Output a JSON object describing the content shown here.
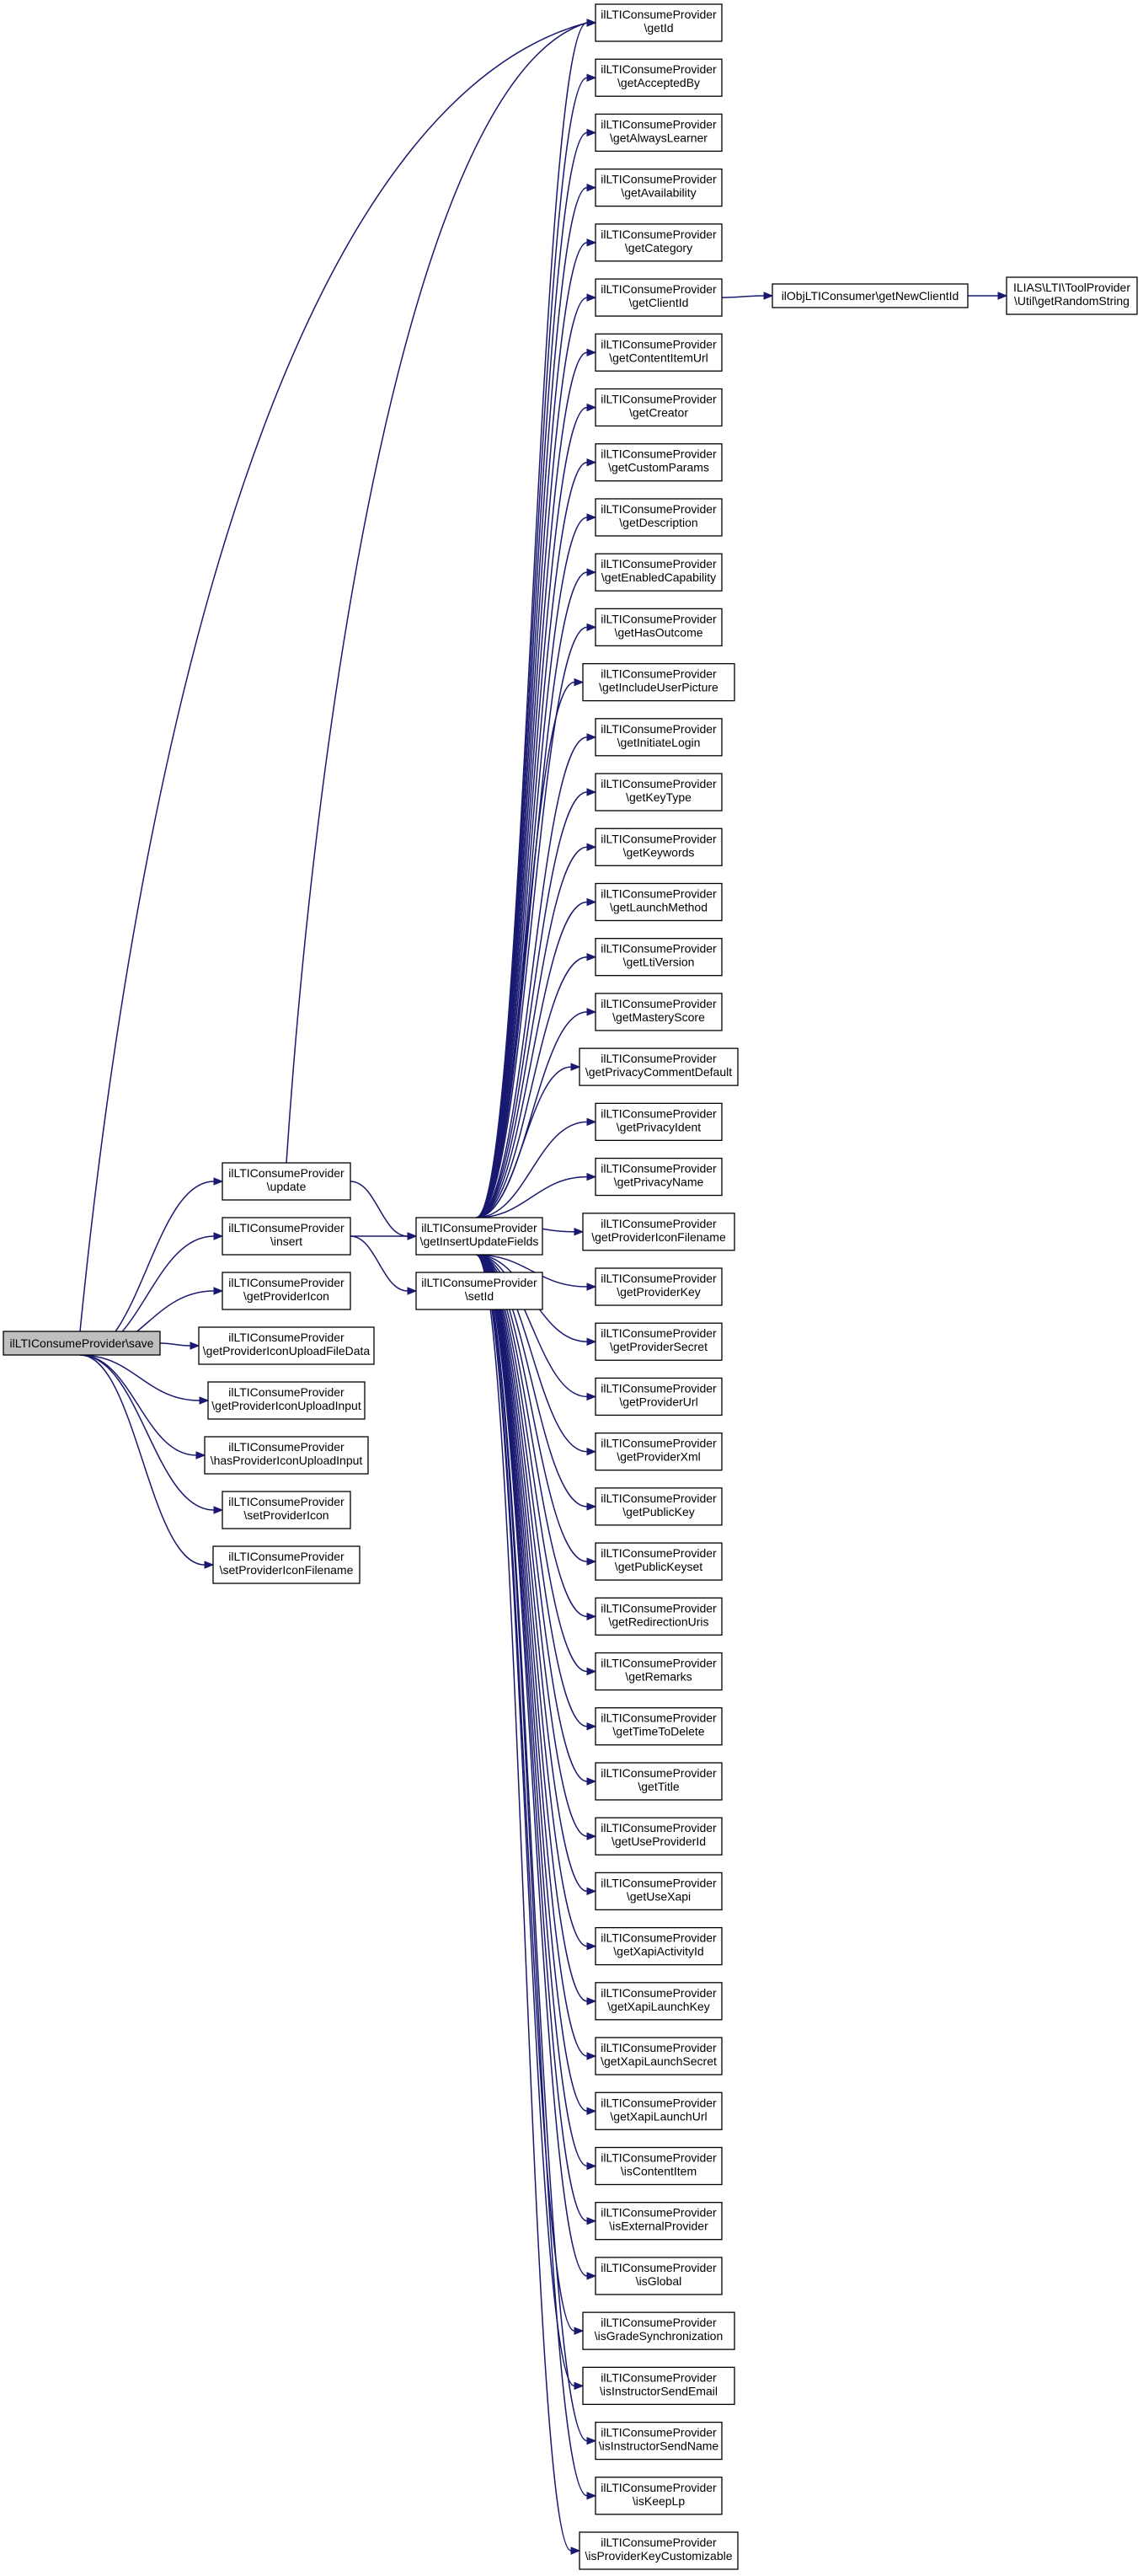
{
  "root": {
    "line1": "ilLTIConsumeProvider\\save"
  },
  "level1": [
    {
      "id": "update",
      "line1": "ilLTIConsumeProvider",
      "line2": "\\update"
    },
    {
      "id": "insert",
      "line1": "ilLTIConsumeProvider",
      "line2": "\\insert"
    },
    {
      "id": "getProviderIcon",
      "line1": "ilLTIConsumeProvider",
      "line2": "\\getProviderIcon"
    },
    {
      "id": "getProviderIconUploadFileData",
      "line1": "ilLTIConsumeProvider",
      "line2": "\\getProviderIconUploadFileData"
    },
    {
      "id": "getProviderIconUploadInput",
      "line1": "ilLTIConsumeProvider",
      "line2": "\\getProviderIconUploadInput"
    },
    {
      "id": "hasProviderIconUploadInput",
      "line1": "ilLTIConsumeProvider",
      "line2": "\\hasProviderIconUploadInput"
    },
    {
      "id": "setProviderIcon",
      "line1": "ilLTIConsumeProvider",
      "line2": "\\setProviderIcon"
    },
    {
      "id": "setProviderIconFilename",
      "line1": "ilLTIConsumeProvider",
      "line2": "\\setProviderIconFilename"
    }
  ],
  "level2": [
    {
      "id": "getInsertUpdateFields",
      "line1": "ilLTIConsumeProvider",
      "line2": "\\getInsertUpdateFields"
    },
    {
      "id": "setId",
      "line1": "ilLTIConsumeProvider",
      "line2": "\\setId"
    }
  ],
  "level3": [
    {
      "id": "getId",
      "line1": "ilLTIConsumeProvider",
      "line2": "\\getId"
    },
    {
      "id": "getAcceptedBy",
      "line1": "ilLTIConsumeProvider",
      "line2": "\\getAcceptedBy"
    },
    {
      "id": "getAlwaysLearner",
      "line1": "ilLTIConsumeProvider",
      "line2": "\\getAlwaysLearner"
    },
    {
      "id": "getAvailability",
      "line1": "ilLTIConsumeProvider",
      "line2": "\\getAvailability"
    },
    {
      "id": "getCategory",
      "line1": "ilLTIConsumeProvider",
      "line2": "\\getCategory"
    },
    {
      "id": "getClientId",
      "line1": "ilLTIConsumeProvider",
      "line2": "\\getClientId"
    },
    {
      "id": "getContentItemUrl",
      "line1": "ilLTIConsumeProvider",
      "line2": "\\getContentItemUrl"
    },
    {
      "id": "getCreator",
      "line1": "ilLTIConsumeProvider",
      "line2": "\\getCreator"
    },
    {
      "id": "getCustomParams",
      "line1": "ilLTIConsumeProvider",
      "line2": "\\getCustomParams"
    },
    {
      "id": "getDescription",
      "line1": "ilLTIConsumeProvider",
      "line2": "\\getDescription"
    },
    {
      "id": "getEnabledCapability",
      "line1": "ilLTIConsumeProvider",
      "line2": "\\getEnabledCapability"
    },
    {
      "id": "getHasOutcome",
      "line1": "ilLTIConsumeProvider",
      "line2": "\\getHasOutcome"
    },
    {
      "id": "getIncludeUserPicture",
      "line1": "ilLTIConsumeProvider",
      "line2": "\\getIncludeUserPicture"
    },
    {
      "id": "getInitiateLogin",
      "line1": "ilLTIConsumeProvider",
      "line2": "\\getInitiateLogin"
    },
    {
      "id": "getKeyType",
      "line1": "ilLTIConsumeProvider",
      "line2": "\\getKeyType"
    },
    {
      "id": "getKeywords",
      "line1": "ilLTIConsumeProvider",
      "line2": "\\getKeywords"
    },
    {
      "id": "getLaunchMethod",
      "line1": "ilLTIConsumeProvider",
      "line2": "\\getLaunchMethod"
    },
    {
      "id": "getLtiVersion",
      "line1": "ilLTIConsumeProvider",
      "line2": "\\getLtiVersion"
    },
    {
      "id": "getMasteryScore",
      "line1": "ilLTIConsumeProvider",
      "line2": "\\getMasteryScore"
    },
    {
      "id": "getPrivacyCommentDefault",
      "line1": "ilLTIConsumeProvider",
      "line2": "\\getPrivacyCommentDefault"
    },
    {
      "id": "getPrivacyIdent",
      "line1": "ilLTIConsumeProvider",
      "line2": "\\getPrivacyIdent"
    },
    {
      "id": "getPrivacyName",
      "line1": "ilLTIConsumeProvider",
      "line2": "\\getPrivacyName"
    },
    {
      "id": "getProviderIconFilename",
      "line1": "ilLTIConsumeProvider",
      "line2": "\\getProviderIconFilename"
    },
    {
      "id": "getProviderKey",
      "line1": "ilLTIConsumeProvider",
      "line2": "\\getProviderKey"
    },
    {
      "id": "getProviderSecret",
      "line1": "ilLTIConsumeProvider",
      "line2": "\\getProviderSecret"
    },
    {
      "id": "getProviderUrl",
      "line1": "ilLTIConsumeProvider",
      "line2": "\\getProviderUrl"
    },
    {
      "id": "getProviderXml",
      "line1": "ilLTIConsumeProvider",
      "line2": "\\getProviderXml"
    },
    {
      "id": "getPublicKey",
      "line1": "ilLTIConsumeProvider",
      "line2": "\\getPublicKey"
    },
    {
      "id": "getPublicKeyset",
      "line1": "ilLTIConsumeProvider",
      "line2": "\\getPublicKeyset"
    },
    {
      "id": "getRedirectionUris",
      "line1": "ilLTIConsumeProvider",
      "line2": "\\getRedirectionUris"
    },
    {
      "id": "getRemarks",
      "line1": "ilLTIConsumeProvider",
      "line2": "\\getRemarks"
    },
    {
      "id": "getTimeToDelete",
      "line1": "ilLTIConsumeProvider",
      "line2": "\\getTimeToDelete"
    },
    {
      "id": "getTitle",
      "line1": "ilLTIConsumeProvider",
      "line2": "\\getTitle"
    },
    {
      "id": "getUseProviderId",
      "line1": "ilLTIConsumeProvider",
      "line2": "\\getUseProviderId"
    },
    {
      "id": "getUseXapi",
      "line1": "ilLTIConsumeProvider",
      "line2": "\\getUseXapi"
    },
    {
      "id": "getXapiActivityId",
      "line1": "ilLTIConsumeProvider",
      "line2": "\\getXapiActivityId"
    },
    {
      "id": "getXapiLaunchKey",
      "line1": "ilLTIConsumeProvider",
      "line2": "\\getXapiLaunchKey"
    },
    {
      "id": "getXapiLaunchSecret",
      "line1": "ilLTIConsumeProvider",
      "line2": "\\getXapiLaunchSecret"
    },
    {
      "id": "getXapiLaunchUrl",
      "line1": "ilLTIConsumeProvider",
      "line2": "\\getXapiLaunchUrl"
    },
    {
      "id": "isContentItem",
      "line1": "ilLTIConsumeProvider",
      "line2": "\\isContentItem"
    },
    {
      "id": "isExternalProvider",
      "line1": "ilLTIConsumeProvider",
      "line2": "\\isExternalProvider"
    },
    {
      "id": "isGlobal",
      "line1": "ilLTIConsumeProvider",
      "line2": "\\isGlobal"
    },
    {
      "id": "isGradeSynchronization",
      "line1": "ilLTIConsumeProvider",
      "line2": "\\isGradeSynchronization"
    },
    {
      "id": "isInstructorSendEmail",
      "line1": "ilLTIConsumeProvider",
      "line2": "\\isInstructorSendEmail"
    },
    {
      "id": "isInstructorSendName",
      "line1": "ilLTIConsumeProvider",
      "line2": "\\isInstructorSendName"
    },
    {
      "id": "isKeepLp",
      "line1": "ilLTIConsumeProvider",
      "line2": "\\isKeepLp"
    },
    {
      "id": "isProviderKeyCustomizable",
      "line1": "ilLTIConsumeProvider",
      "line2": "\\isProviderKeyCustomizable"
    }
  ],
  "level4": [
    {
      "id": "getNewClientId",
      "line1": "ilObjLTIConsumer\\getNewClientId"
    }
  ],
  "level5": [
    {
      "id": "getRandomString",
      "line1": "ILIAS\\LTI\\ToolProvider",
      "line2": "\\Util\\getRandomString"
    }
  ],
  "colors": {
    "edge": "#191970",
    "root_fill": "#bfbfbf",
    "node_fill": "#ffffff",
    "node_border": "#000000"
  }
}
